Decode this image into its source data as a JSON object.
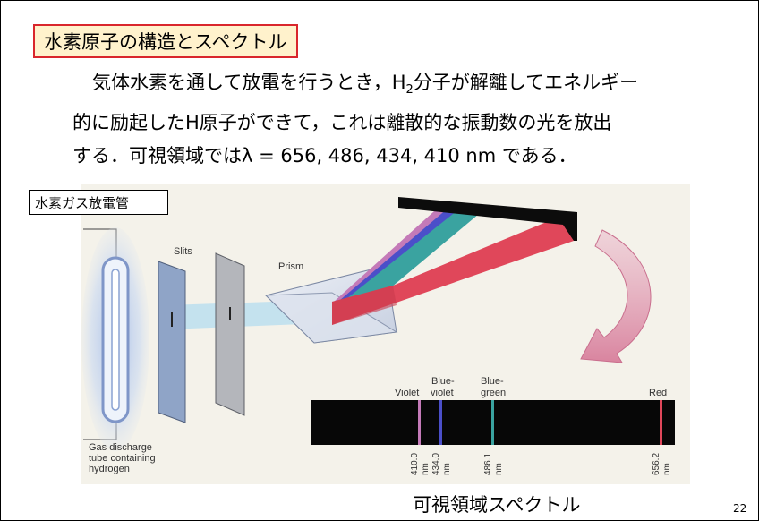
{
  "slide": {
    "title": "水素原子の構造とスペクトル",
    "paragraph": {
      "line1_pre": "気体水素を通して放電を行うとき，H",
      "line1_sub": "2",
      "line1_post": "分子が解離してエネルギー",
      "line2": "的に励起したH原子ができて，これは離散的な振動数の光を放出",
      "line3": "する．可視領域ではλ = 656, 486, 434, 410 nm である．"
    },
    "figure_label": "水素ガス放電管",
    "caption": "可視領域スペクトル",
    "page_number": "22"
  },
  "figure": {
    "slits_label": "Slits",
    "prism_label": "Prism",
    "tube_label_lines": [
      "Gas discharge",
      "tube containing",
      "hydrogen"
    ],
    "spectrum_lines": [
      {
        "name_lines": [
          "Violet"
        ],
        "wavelength": "410.0",
        "unit": "nm",
        "color": "#c47ab8"
      },
      {
        "name_lines": [
          "Blue-",
          "violet"
        ],
        "wavelength": "434.0",
        "unit": "nm",
        "color": "#4b4fc9"
      },
      {
        "name_lines": [
          "Blue-",
          "green"
        ],
        "wavelength": "486.1",
        "unit": "nm",
        "color": "#3aa3a0"
      },
      {
        "name_lines": [
          "Red"
        ],
        "wavelength": "656.2",
        "unit": "nm",
        "color": "#e0475a"
      }
    ],
    "colors": {
      "red_beam": "#e0475a",
      "teal_beam": "#3aa3a0",
      "blue_beam": "#4b4fc9",
      "violet_beam": "#c47ab8",
      "light_beam": "#bfe0ee",
      "arrow": "#e39ab3",
      "title_border": "#d9262c",
      "title_fill": "#fff2cc"
    }
  }
}
